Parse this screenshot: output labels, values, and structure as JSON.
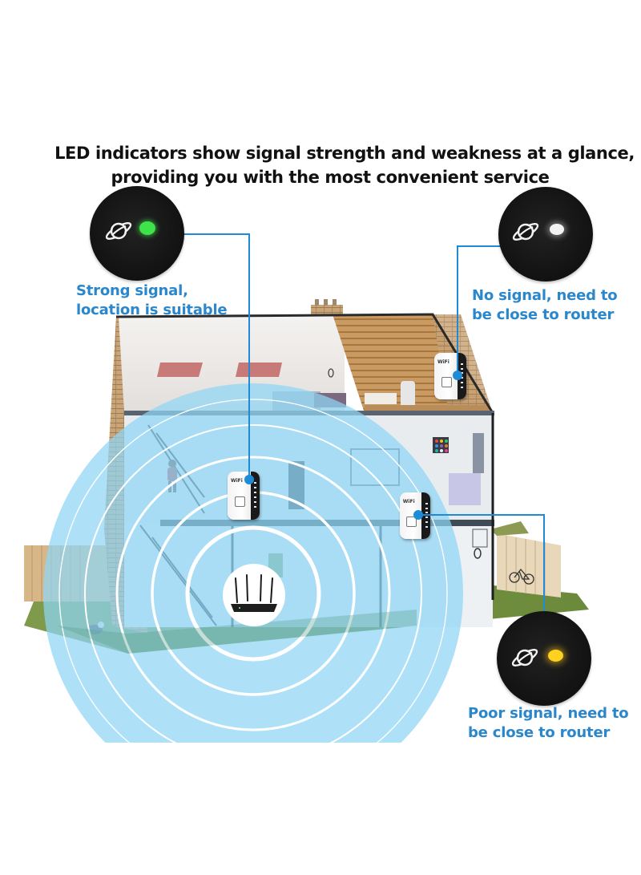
{
  "headline": {
    "line1": "LED indicators show signal strength and weakness at a glance,",
    "line2": "providing you with the most convenient service"
  },
  "indicators": [
    {
      "id": "strong",
      "icon": "planet-icon",
      "led_color": "#3ee24a",
      "caption_line1": "Strong signal,",
      "caption_line2": "location is suitable"
    },
    {
      "id": "none",
      "icon": "planet-icon",
      "led_color": "#f2f2f2",
      "caption_line1": "No signal, need to",
      "caption_line2": "be close to router"
    },
    {
      "id": "poor",
      "icon": "planet-icon",
      "led_color": "#ffd21f",
      "caption_line1": "Poor signal, need to",
      "caption_line2": "be close to router"
    }
  ],
  "devices": {
    "extender_label": "WiFi",
    "router": "router-icon"
  },
  "colors": {
    "caption_blue": "#2b87cc",
    "leader_blue": "#1f8bd6",
    "coverage_blue": "#8fd6f5",
    "headline": "#111111"
  }
}
